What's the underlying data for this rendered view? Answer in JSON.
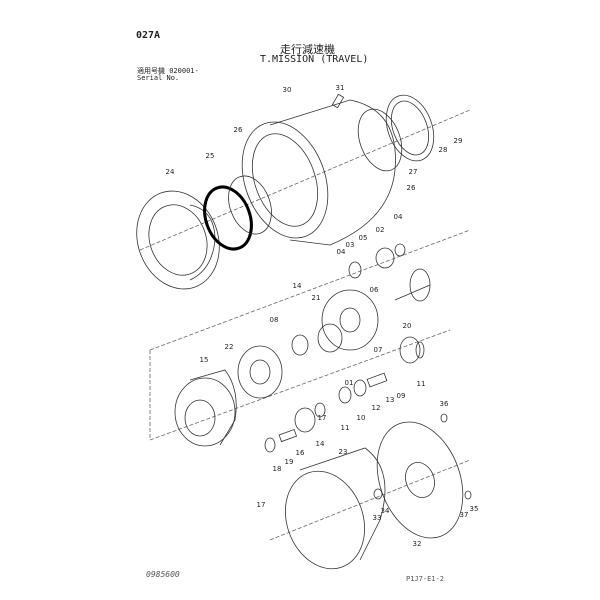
{
  "header": {
    "code": "027A",
    "title_jp": "走行減速機",
    "title_en": "T.MISSION (TRAVEL)",
    "serial_jp": "適用号機  020001-",
    "serial_en": "Serial No."
  },
  "footer": {
    "figure_no": "0985600",
    "ref": "P1J7-E1-2"
  },
  "callouts": [
    "30",
    "31",
    "25",
    "26",
    "24",
    "26",
    "27",
    "28",
    "29",
    "02",
    "04",
    "03",
    "05",
    "04",
    "06",
    "14",
    "21",
    "08",
    "20",
    "07",
    "22",
    "15",
    "01",
    "12",
    "13",
    "09",
    "11",
    "10",
    "11",
    "14",
    "17",
    "16",
    "19",
    "18",
    "17",
    "23",
    "36",
    "33",
    "34",
    "37",
    "35",
    "32"
  ]
}
